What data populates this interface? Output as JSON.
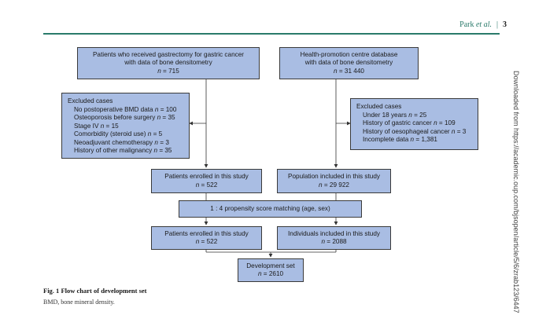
{
  "header": {
    "author": "Park",
    "etal": " et al.",
    "separator": "|",
    "page": "3"
  },
  "side_text": "Downloaded from https://academic.oup.com/bjsopen/article/5/6/zrab123/6447",
  "boxes": {
    "gastrectomy": {
      "line1": "Patients who received gastrectomy for gastric cancer",
      "line2": "with data of bone densitometry",
      "n_label": "n",
      "n_value": " = 715"
    },
    "health": {
      "line1": "Health-promotion centre database",
      "line2": "with data of bone densitometry",
      "n_label": "n",
      "n_value": " = 31 440"
    },
    "excluded_left": {
      "title": "Excluded cases",
      "items": [
        {
          "text": "No postoperative BMD data ",
          "n": "n",
          "value": " = 100"
        },
        {
          "text": "Osteoporosis before surgery ",
          "n": "n",
          "value": " = 35"
        },
        {
          "text": "Stage IV ",
          "n": "n",
          "value": " = 15"
        },
        {
          "text": "Comorbidity (steroid use) ",
          "n": "n",
          "value": " = 5"
        },
        {
          "text": "Neoadjuvant chemotherapy ",
          "n": "n",
          "value": " = 3"
        },
        {
          "text": "History of other malignancy ",
          "n": "n",
          "value": " = 35"
        }
      ]
    },
    "excluded_right": {
      "title": "Excluded cases",
      "items": [
        {
          "text": "Under 18 years ",
          "n": "n",
          "value": " = 25"
        },
        {
          "text": "History of gastric cancer ",
          "n": "n",
          "value": " = 109"
        },
        {
          "text": "History of oesophageal cancer ",
          "n": "n",
          "value": " = 3"
        },
        {
          "text": "Incomplete data ",
          "n": "n",
          "value": " = 1,381"
        }
      ]
    },
    "enrolled1": {
      "line1": "Patients enrolled in this study",
      "n_label": "n",
      "n_value": " = 522"
    },
    "population": {
      "line1": "Population included in this study",
      "n_label": "n",
      "n_value": " = 29 922"
    },
    "matching": {
      "line1": "1 : 4 propensity score matching (age, sex)"
    },
    "enrolled2": {
      "line1": "Patients enrolled in this study",
      "n_label": "n",
      "n_value": " = 522"
    },
    "individuals": {
      "line1": "Individuals included in this study",
      "n_label": "n",
      "n_value": " = 2088"
    },
    "development": {
      "line1": "Development set",
      "n_label": "n",
      "n_value": " = 2610"
    }
  },
  "caption": {
    "label": "Fig. 1",
    "title": " Flow chart of development set",
    "sub": "BMD, bone mineral density."
  },
  "colors": {
    "box_fill": "#a9bde3",
    "accent": "#2a7a6a"
  }
}
